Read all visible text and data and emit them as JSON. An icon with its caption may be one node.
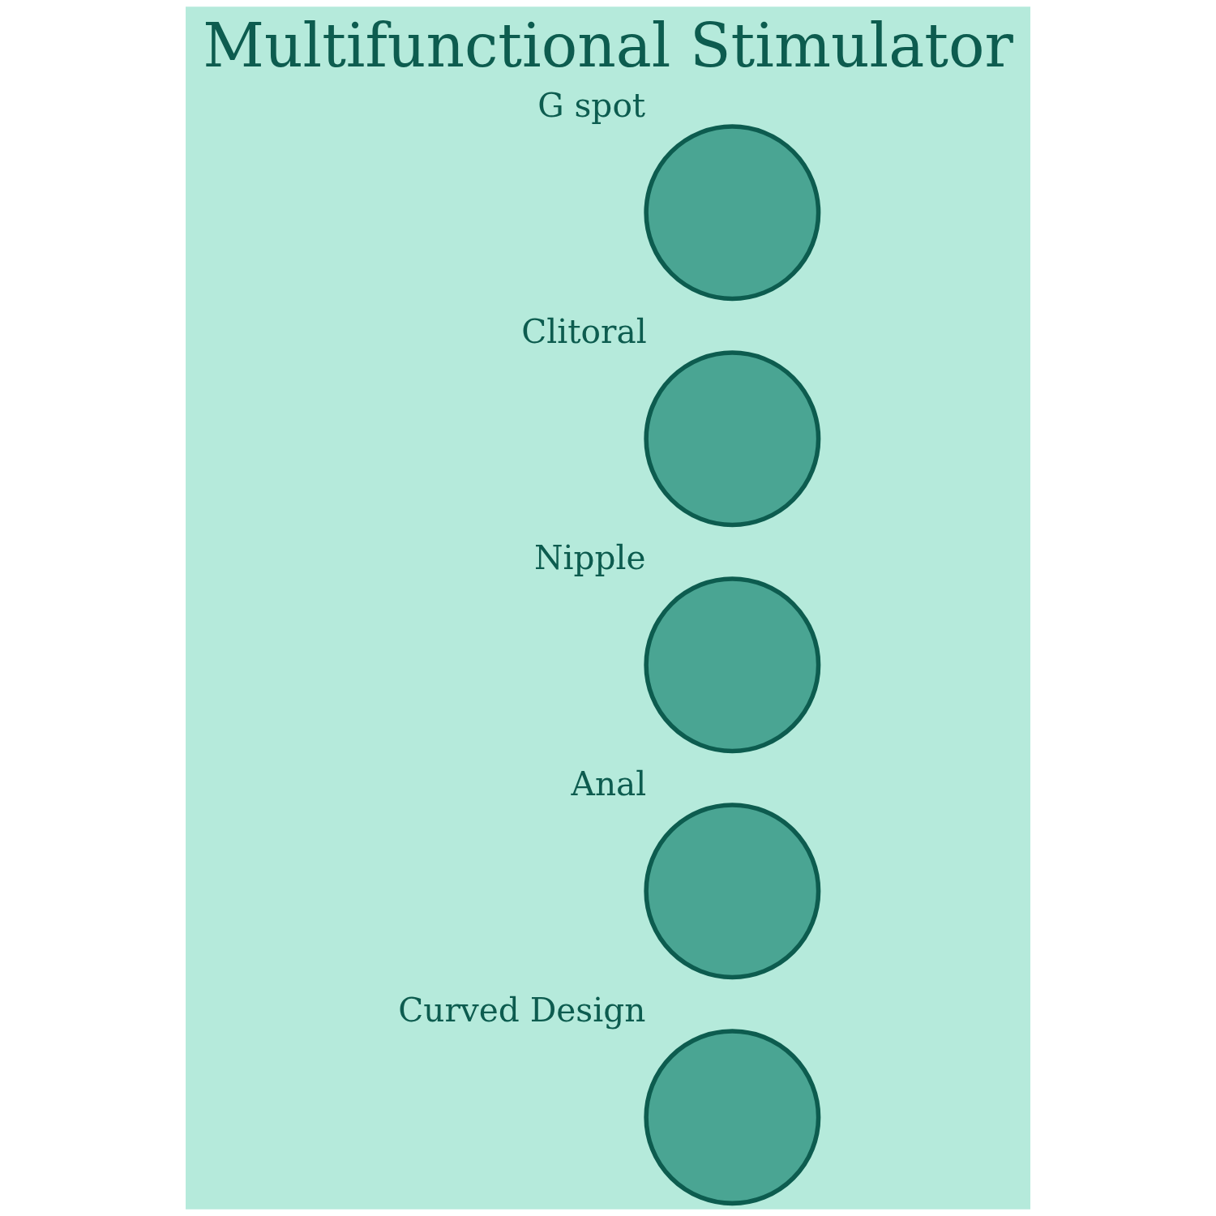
{
  "diagram": {
    "title": "Multifunctional Stimulator",
    "nodes": [
      {
        "text": [],
        "shape": "circle",
        "beside": [
          "G spot"
        ]
      },
      {
        "text": [],
        "shape": "circle",
        "beside": [
          "Clitoral"
        ]
      },
      {
        "text": [],
        "shape": "circle",
        "beside": [
          "Nipple"
        ]
      },
      {
        "text": [],
        "shape": "circle",
        "beside": [
          "Anal"
        ]
      },
      {
        "text": [],
        "shape": "circle",
        "beside": [
          "Curved Design"
        ]
      }
    ],
    "edges": []
  }
}
